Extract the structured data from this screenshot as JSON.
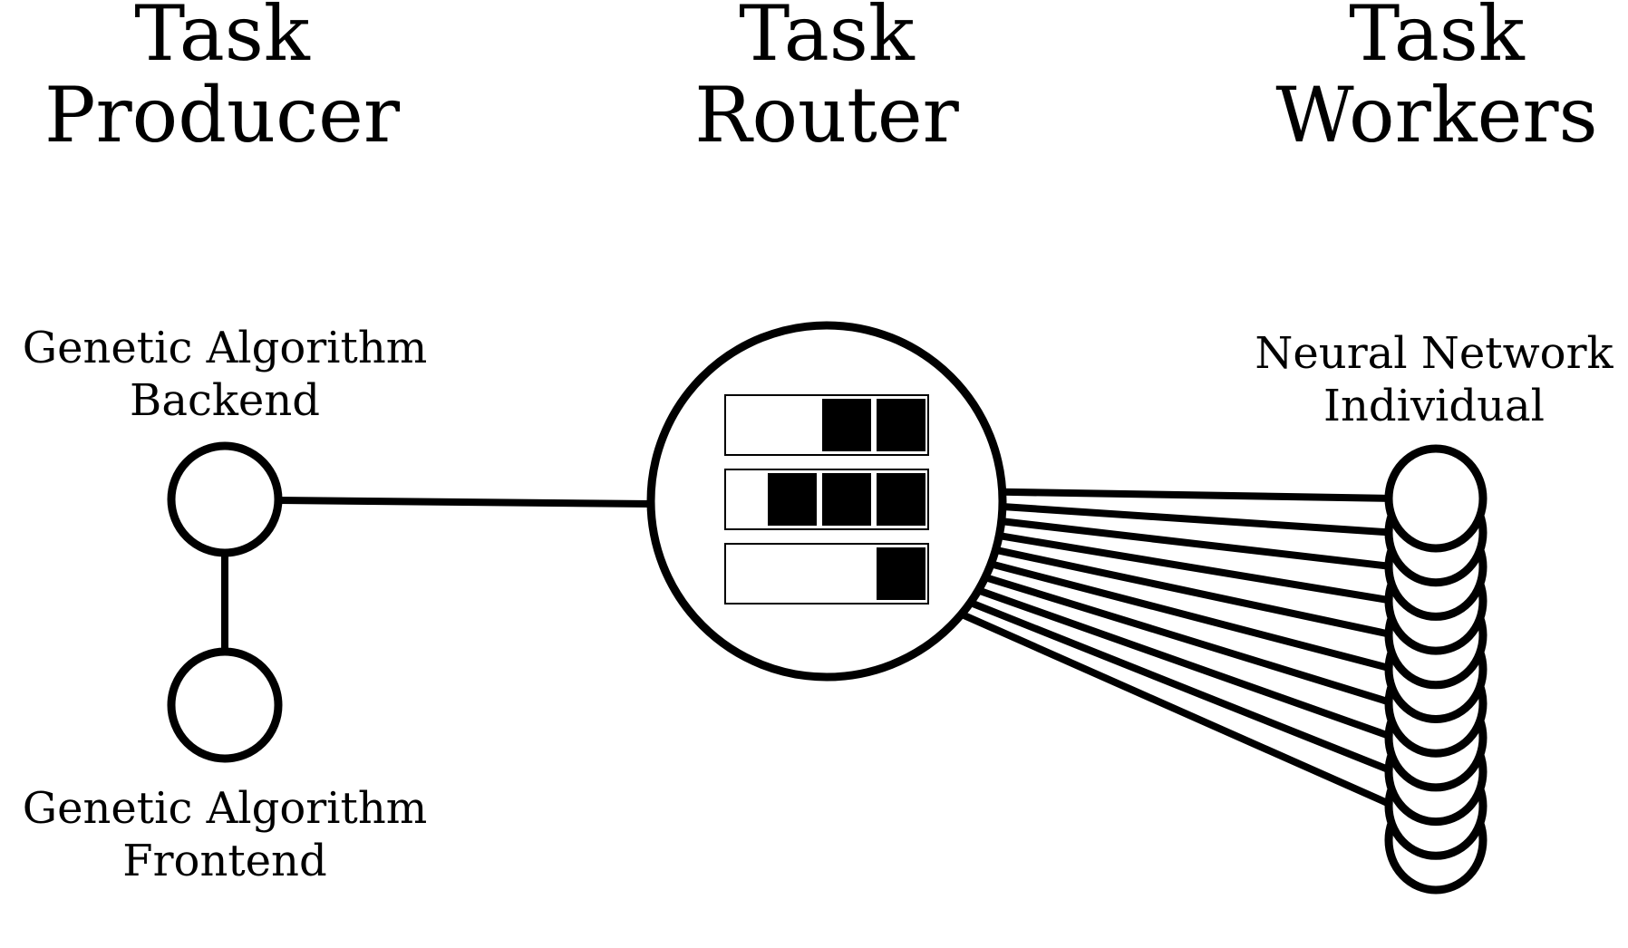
{
  "columns": {
    "producer": [
      "Task",
      "Producer"
    ],
    "router": [
      "Task",
      "Router"
    ],
    "workers": [
      "Task",
      "Workers"
    ]
  },
  "nodes": {
    "backend": [
      "Genetic Algorithm",
      "Backend"
    ],
    "frontend": [
      "Genetic Algorithm",
      "Frontend"
    ],
    "worker": [
      "Neural Network",
      "Individual"
    ]
  },
  "router": {
    "queues": [
      {
        "tasks": 2
      },
      {
        "tasks": 3
      },
      {
        "tasks": 1
      }
    ]
  },
  "workers": {
    "count": 11
  },
  "colors": {
    "ink": "#000000",
    "background": "#ffffff"
  }
}
